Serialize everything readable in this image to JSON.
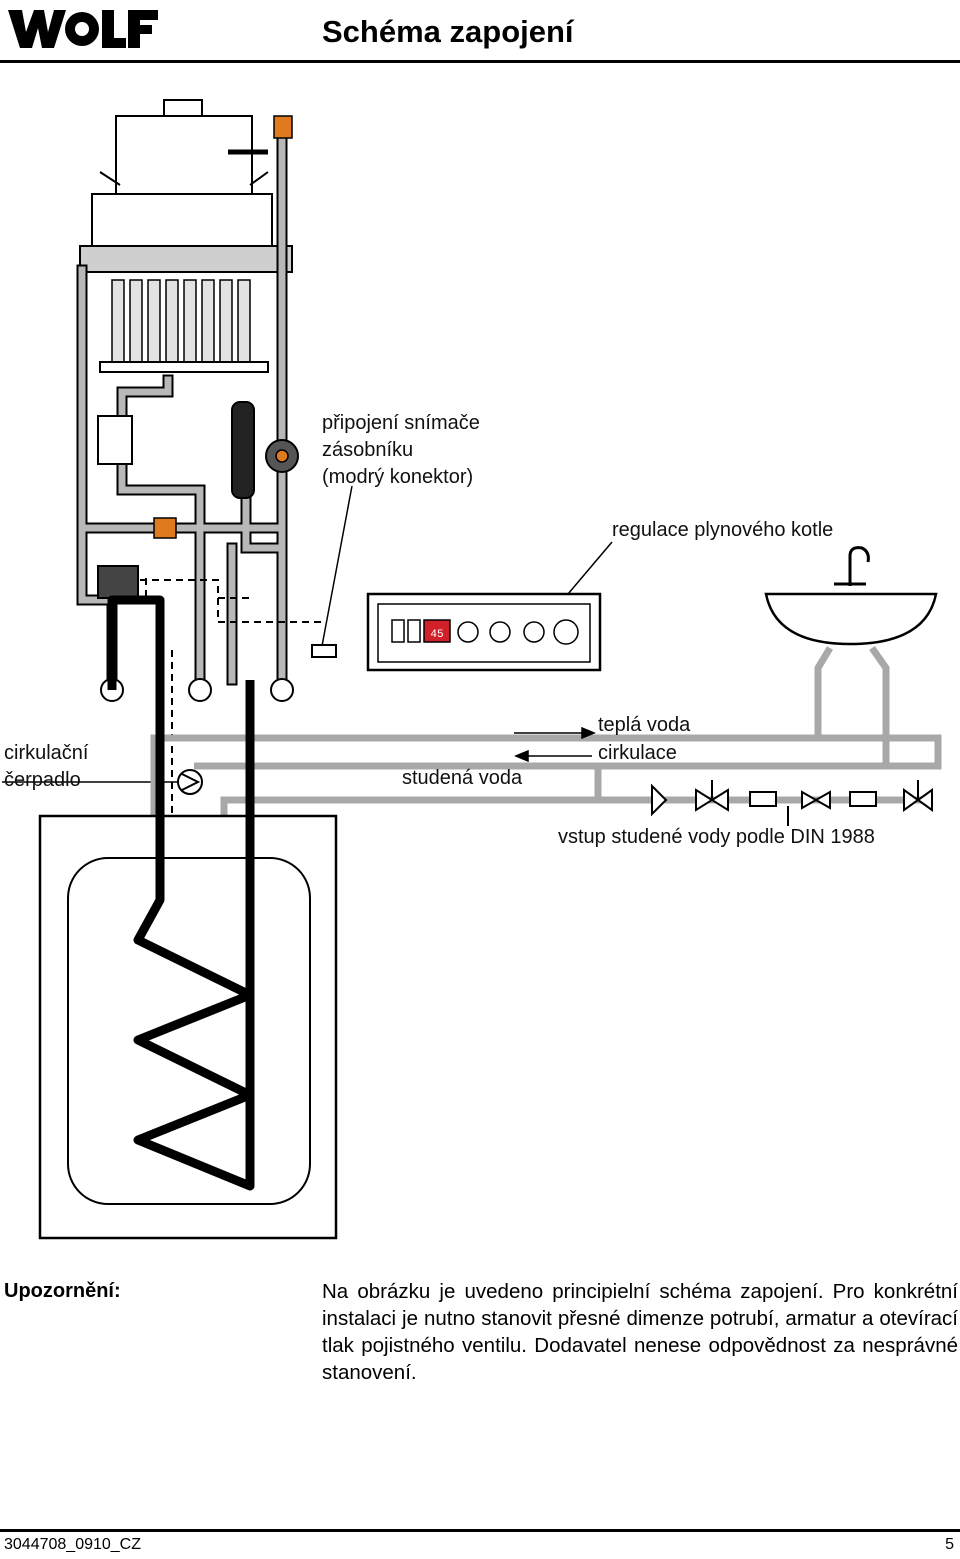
{
  "header": {
    "logo_text": "WOLF",
    "title": "Schéma zapojení"
  },
  "diagram": {
    "labels": {
      "sensor_line1": "připojení snímače",
      "sensor_line2": "zásobníku",
      "sensor_line3": "(modrý konektor)",
      "boiler_control": "regulace plynového kotle",
      "pump_line1": "cirkulační",
      "pump_line2": "čerpadlo",
      "hot_water": "teplá voda",
      "circulation": "cirkulace",
      "cold_water": "studená voda",
      "cold_inlet": "vstup studené vody podle DIN 1988"
    },
    "controller": {
      "display_value": "45"
    }
  },
  "notice": {
    "heading": "Upozornění:",
    "text": "Na obrázku je uvedeno principielní schéma zapojení. Pro konkrétní instalaci je nutno stanovit přesné dimenze potrubí, armatur a otevírací tlak pojistného ventilu. Dodavatel nenese odpovědnost za nesprávné stanovení."
  },
  "footer": {
    "doc_number": "3044708_0910_CZ",
    "page_number": "5"
  },
  "colors": {
    "pipe_grey": "#a8a8a8",
    "pipe_dark": "#1a1a1a",
    "accent_orange": "#e07a1f",
    "display_red": "#d0202a"
  }
}
